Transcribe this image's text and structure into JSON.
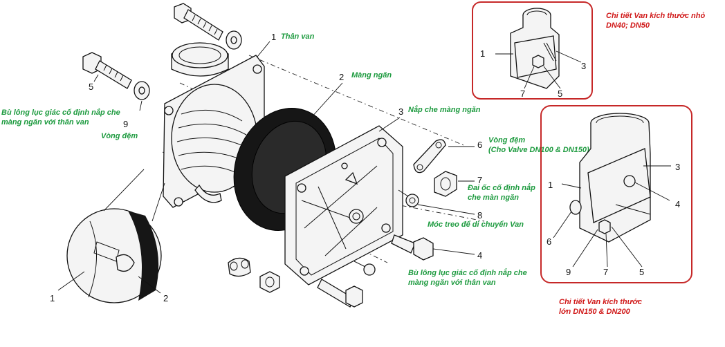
{
  "labels": {
    "part1": "Thân van",
    "part2": "Màng ngăn",
    "part3": "Nắp che màng ngăn",
    "part4": "Bù lông lục giác cố định nắp che màng ngăn với thân van",
    "part5": "Bù lông lục giác cố định nắp che màng ngăn với thân van",
    "part6": "Vòng đệm (Cho Valve DN100 & DN150)",
    "part7": "Đai ốc cố định nắp che màn ngăn",
    "part8": "Móc treo để di chuyển Van",
    "part9": "Vòng đệm"
  },
  "label_lines": {
    "part4": [
      "Bù lông lục giác cố định nắp che",
      "màng ngăn với thân van"
    ],
    "part5": [
      "Bù lông lục giác cố định nắp che",
      "màng ngăn với thân van"
    ],
    "part6": [
      "Vòng đệm",
      "(Cho Valve DN100 & DN150)"
    ],
    "part7": [
      "Đai ốc cố định nắp",
      "che màn ngăn"
    ]
  },
  "numbers": {
    "main": [
      "1",
      "2",
      "3",
      "4",
      "5",
      "6",
      "7",
      "8",
      "9"
    ],
    "detail": [
      "1",
      "2"
    ],
    "small_inset": [
      "1",
      "3",
      "7",
      "5"
    ],
    "large_inset": [
      "1",
      "3",
      "4",
      "6",
      "9",
      "7",
      "5"
    ]
  },
  "insets": {
    "small": {
      "caption_lines": [
        "Chi tiết Van kích thước nhỏ",
        "DN40; DN50"
      ]
    },
    "large": {
      "caption_lines": [
        "Chi tiết Van kích thước",
        "lớn DN150 & DN200"
      ]
    }
  },
  "colors": {
    "label_green": "#1c9a3e",
    "label_red": "#d01818",
    "inset_border": "#c62828",
    "line": "#111111"
  }
}
